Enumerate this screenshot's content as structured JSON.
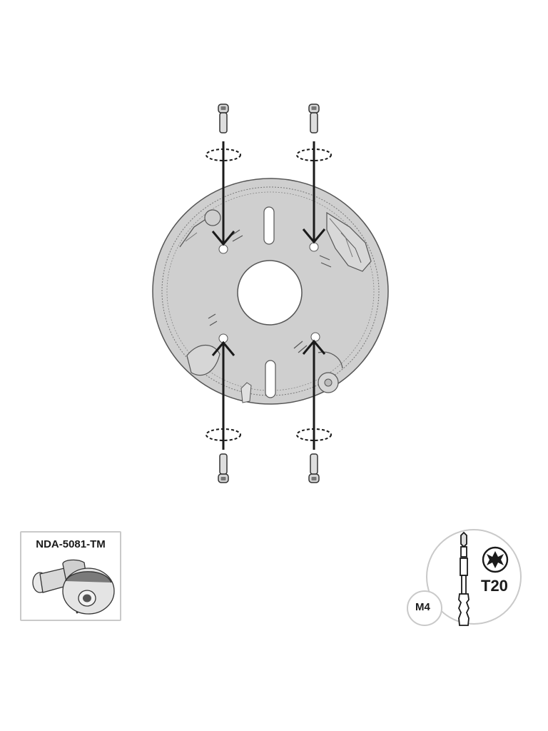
{
  "model": {
    "label": "NDA-5081-TM"
  },
  "tool": {
    "bit": "T20",
    "screw": "M4"
  },
  "screw_count": 4
}
